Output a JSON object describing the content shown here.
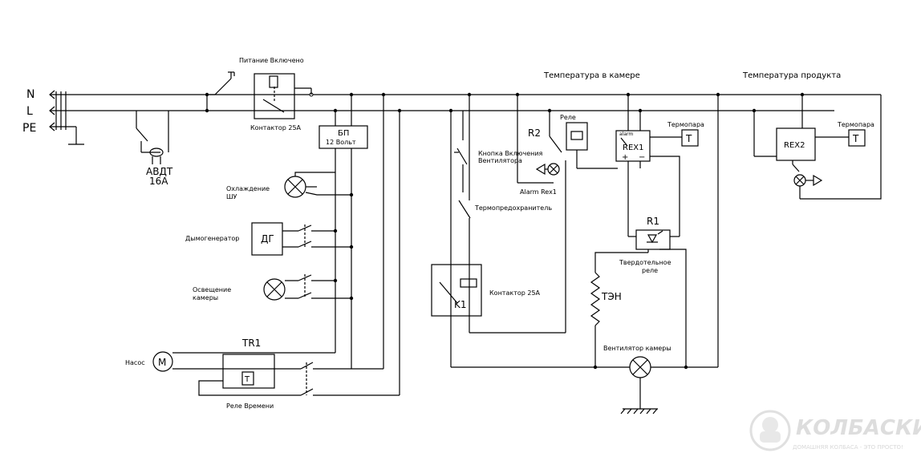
{
  "lines": {
    "n": "N",
    "l": "L",
    "pe": "PE"
  },
  "labels": {
    "power_on": "Питание Включено",
    "contactor_main": "Контактор 25А",
    "avdt": "АВДТ",
    "avdt_rating": "16А",
    "psu_title": "БП",
    "psu_voltage": "12 Вольт",
    "cooling": "Охлаждение",
    "cooling_sub": "ШУ",
    "smoke_gen": "Дымогенератор",
    "smoke_gen_box": "ДГ",
    "lighting": "Освещение",
    "lighting_sub": "камеры",
    "pump": "Насос",
    "motor": "M",
    "timer_relay_id": "TR1",
    "timer_relay_box": "T",
    "timer_relay": "Реле Времени",
    "fan_button": "Кнопка Включения",
    "fan_button_sub": "Вентилятора",
    "thermal_fuse": "Термопредохранитель",
    "k1": "K1",
    "contactor_k1": "Контактор 25А",
    "temp_chamber": "Температура в камере",
    "temp_product": "Температура продукта",
    "r2": "R2",
    "relay": "Реле",
    "alarm_rex1": "Alarm  Rex1",
    "rex1": "REX1",
    "rex1_alarm": "alarm",
    "rex1_plus": "+",
    "rex1_minus": "−",
    "thermocouple1": "Термопара",
    "thermocouple1_box": "T",
    "rex2": "REX2",
    "thermocouple2": "Термопара",
    "thermocouple2_box": "T",
    "r1": "R1",
    "ssr": "Твердотельное",
    "ssr_sub": "реле",
    "heater": "ТЭН",
    "chamber_fan": "Вентилятор камеры"
  },
  "watermark": {
    "brand": "КОЛБАСКИ",
    "tagline": "ДОМАШНЯЯ КОЛБАСА - ЭТО ПРОСТО!"
  }
}
